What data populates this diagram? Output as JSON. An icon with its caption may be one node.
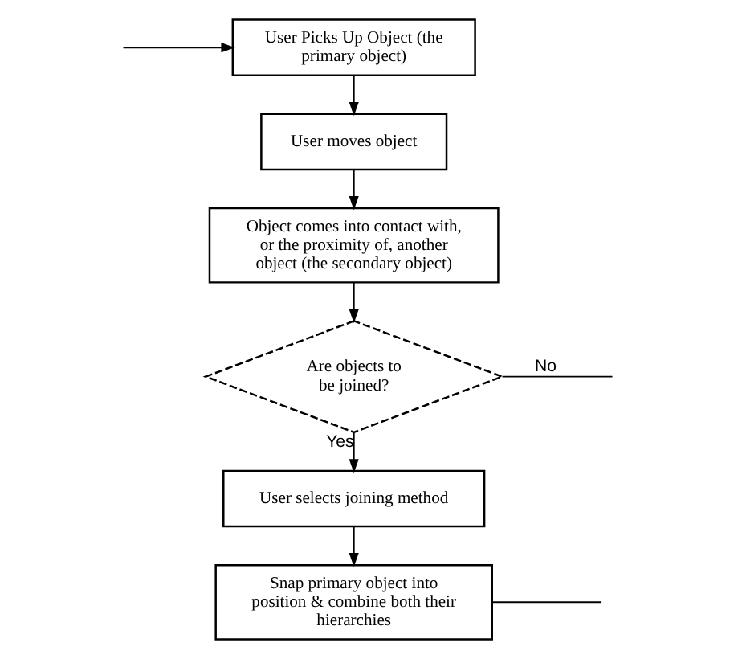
{
  "diagram": {
    "nodes": [
      {
        "text": [
          "User Picks Up Object (the primary object)"
        ]
      },
      {
        "text": [
          "User moves object"
        ]
      },
      {
        "text": [
          "Object comes into contact with, or the proximity of, another object (the secondary object)"
        ]
      },
      {
        "text": [
          "Are objects to be joined?"
        ]
      },
      {
        "text": [
          "User selects joining method"
        ]
      },
      {
        "text": [
          "Snap primary object into position & combine both their hierarchies"
        ]
      }
    ],
    "edges": [
      {
        "from": null,
        "to": 0,
        "arrow": "to"
      },
      {
        "from": 0,
        "to": 1,
        "arrow": "to"
      },
      {
        "from": 1,
        "to": 2,
        "arrow": "to"
      },
      {
        "from": 2,
        "to": 3,
        "arrow": "to"
      },
      {
        "from": 3,
        "to": 4,
        "arrow": "to",
        "label": "Yes"
      },
      {
        "from": 3,
        "to": null,
        "arrow": "none",
        "label": "No"
      },
      {
        "from": 4,
        "to": 5,
        "arrow": "to"
      },
      {
        "from": 5,
        "to": null,
        "arrow": "none"
      }
    ]
  }
}
